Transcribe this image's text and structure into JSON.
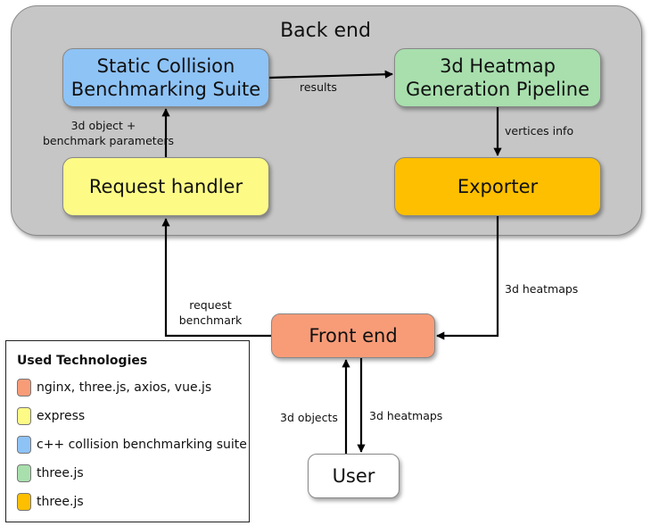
{
  "backend": {
    "title": "Back end"
  },
  "nodes": {
    "static_collision": {
      "line1": "Static Collision",
      "line2": "Benchmarking Suite",
      "color": "#8ec3f6"
    },
    "heatmap_pipeline": {
      "line1": "3d Heatmap",
      "line2": "Generation Pipeline",
      "color": "#a8dfad"
    },
    "request_handler": {
      "label": "Request handler",
      "color": "#fdfb86"
    },
    "exporter": {
      "label": "Exporter",
      "color": "#fdbf00"
    },
    "front_end": {
      "label": "Front end",
      "color": "#f89c78"
    },
    "user": {
      "label": "User",
      "color": "#ffffff"
    }
  },
  "edges": {
    "results": "results",
    "obj_params_1": "3d object +",
    "obj_params_2": "benchmark parameters",
    "vertices_info": "vertices info",
    "heatmaps_to_front": "3d heatmaps",
    "request_1": "request",
    "request_2": "benchmark",
    "objects_from_user": "3d objects",
    "heatmaps_to_user": "3d heatmaps"
  },
  "legend": {
    "title": "Used Technologies",
    "items": [
      {
        "label": "nginx, three.js, axios, vue.js",
        "color": "#f89c78"
      },
      {
        "label": "express",
        "color": "#fdfb86"
      },
      {
        "label": "c++ collision benchmarking suite",
        "color": "#8ec3f6"
      },
      {
        "label": "three.js",
        "color": "#a8dfad"
      },
      {
        "label": "three.js",
        "color": "#fdbf00"
      }
    ]
  }
}
